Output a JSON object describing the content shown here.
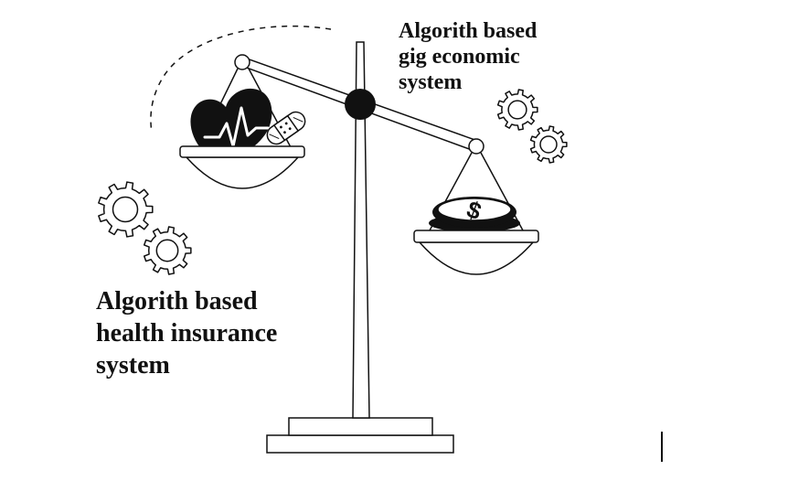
{
  "labels": {
    "gig_economy": [
      "Algorith based",
      "gig economic",
      "system"
    ],
    "health_insurance": [
      "Algorith based",
      "health insurance",
      "system"
    ]
  },
  "icons": {
    "left_pan_contents": [
      "heart-rate-icon",
      "bandage-icon"
    ],
    "right_pan_contents": [
      "dollar-coin-icon"
    ],
    "decorations": [
      "gear-icon",
      "gear-icon",
      "gear-icon",
      "gear-icon"
    ]
  },
  "colors": {
    "ink": "#111111",
    "background": "#ffffff"
  }
}
